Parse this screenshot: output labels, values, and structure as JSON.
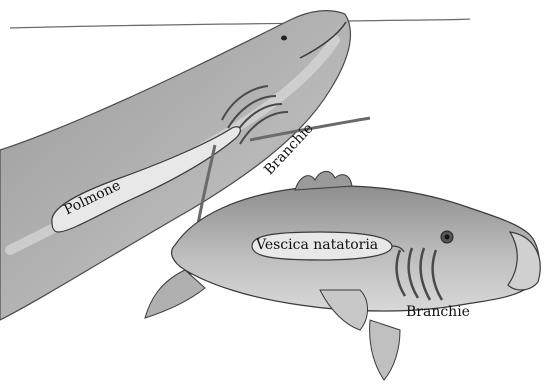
{
  "labels": {
    "lung": "Polmone",
    "gills_upper": "Branchie",
    "swim_bladder": "Vescica natatoria",
    "gills_lower": "Branchie"
  },
  "colors": {
    "background": "#ffffff",
    "fish_body": "#b9b9b9",
    "fish_shadow": "#8f8f8f",
    "organ_fill": "#e6e6e6",
    "line": "#3a3a3a"
  }
}
